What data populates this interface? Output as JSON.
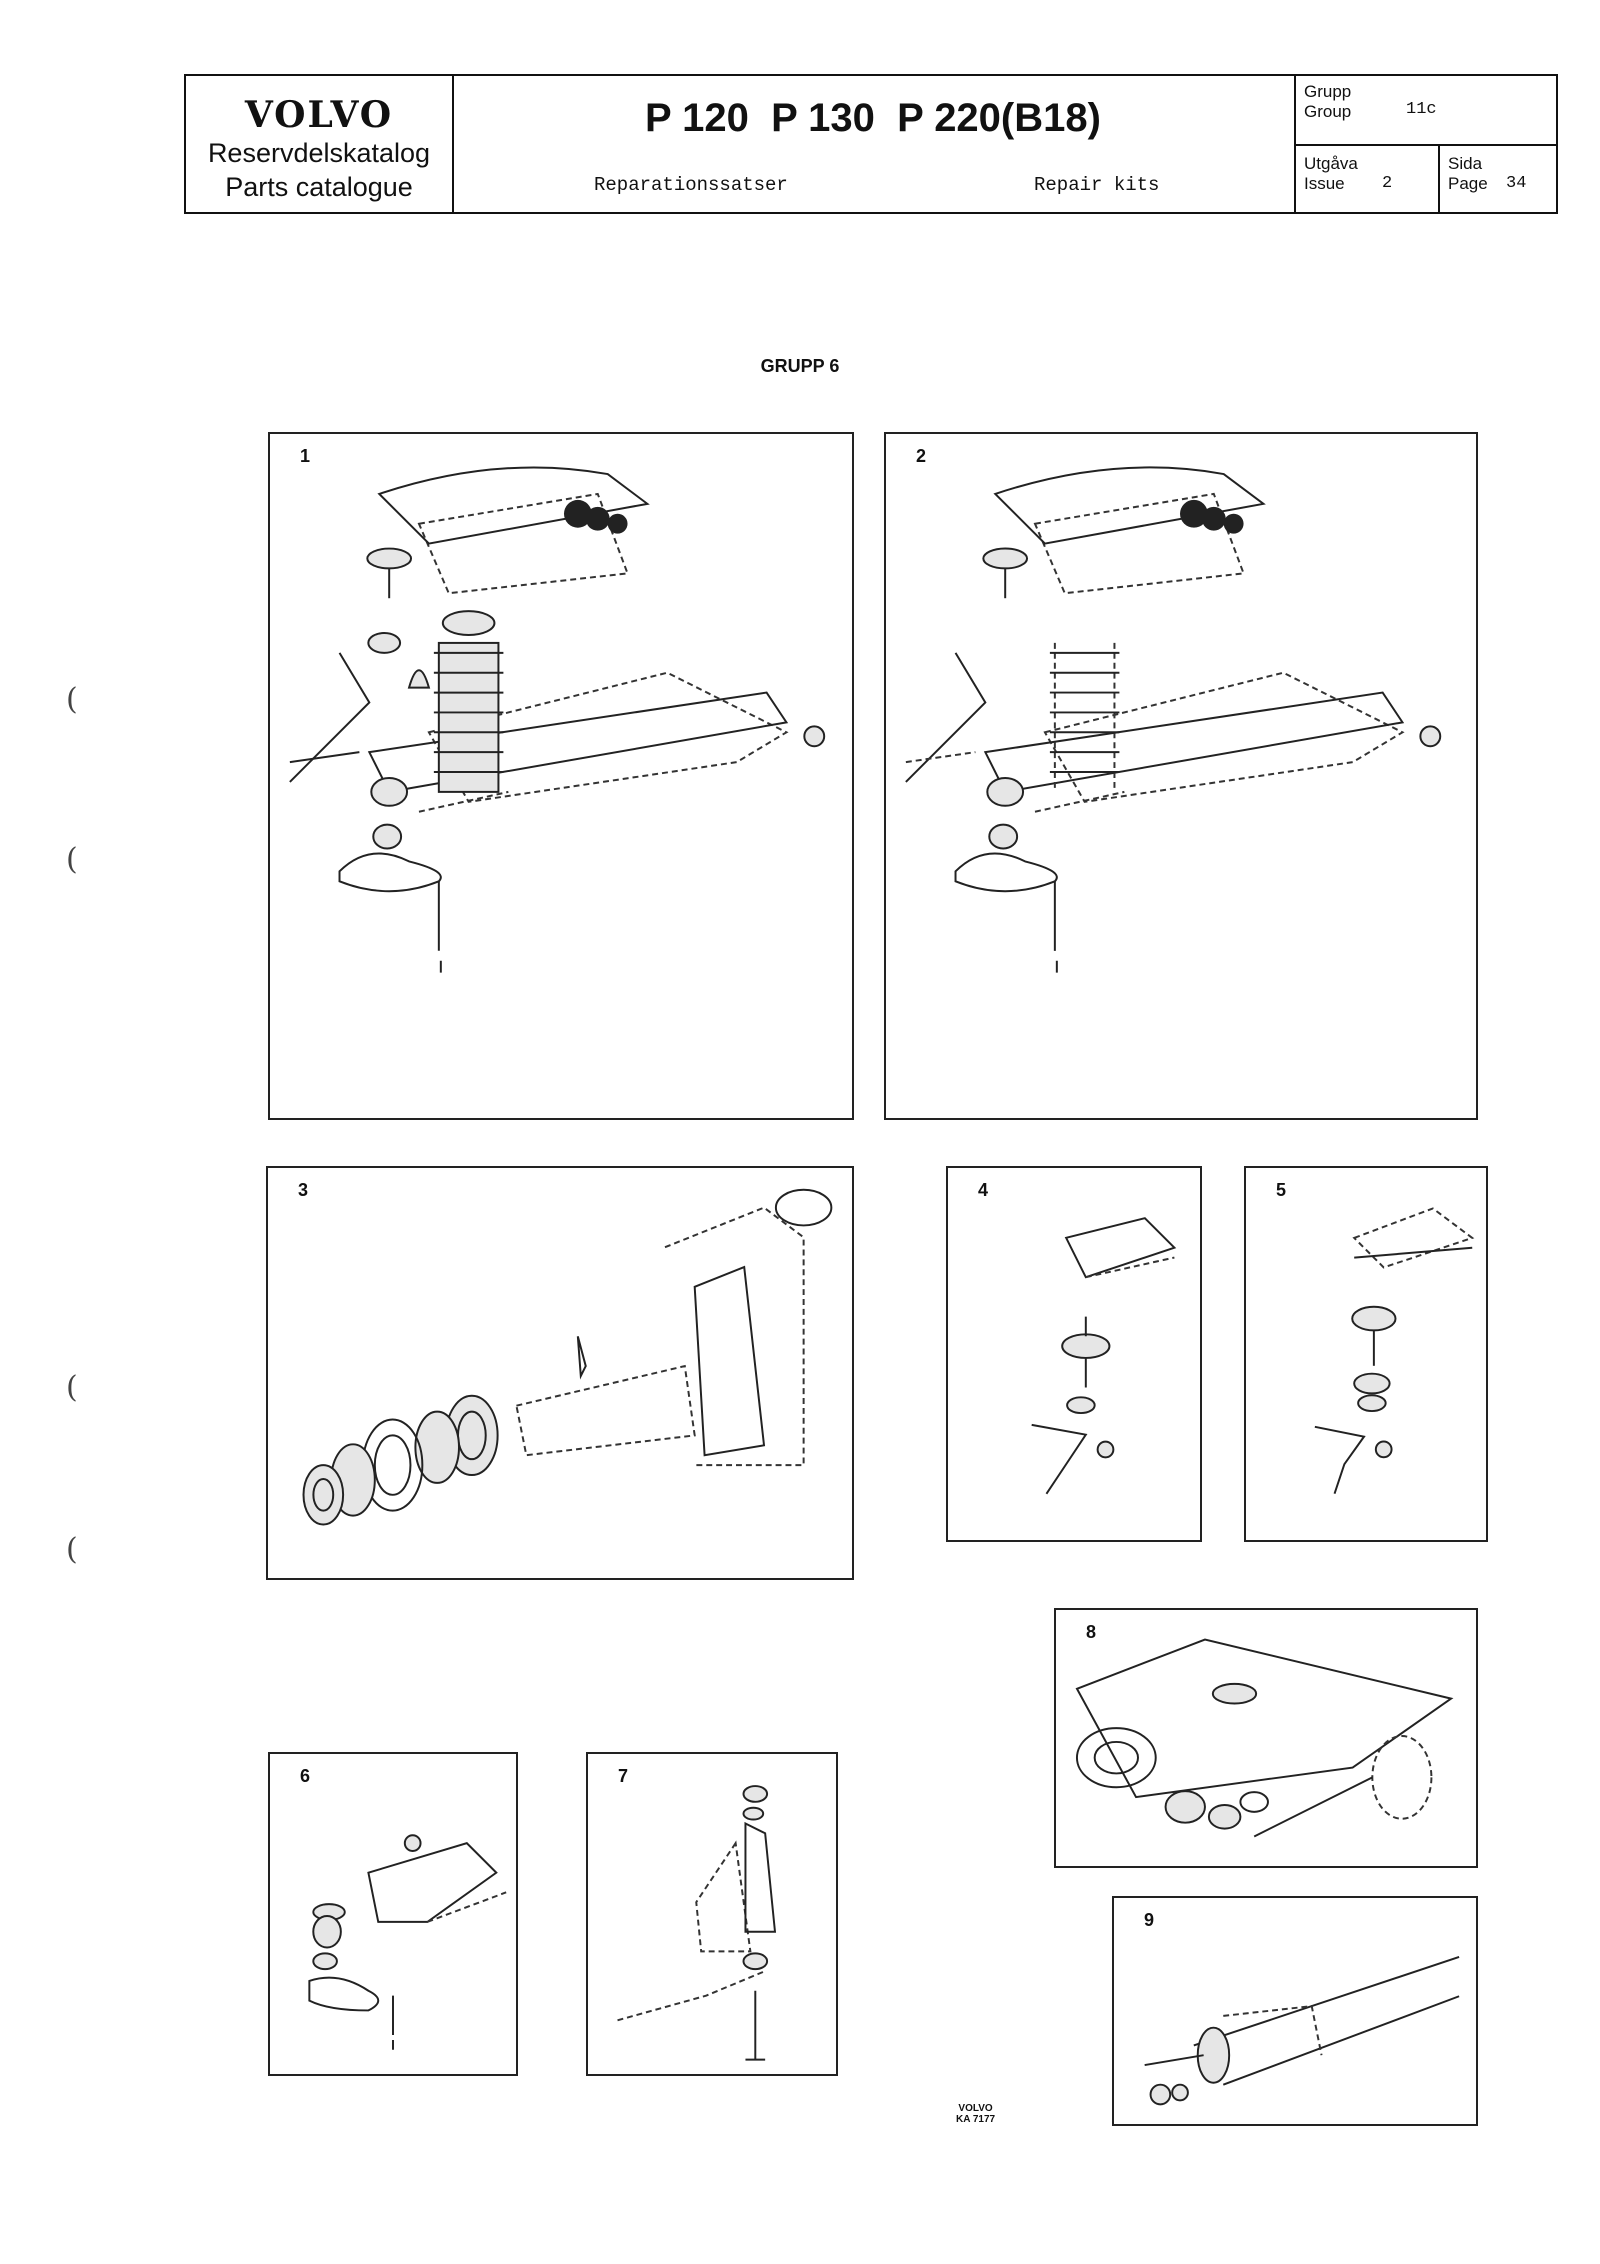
{
  "header": {
    "brand": "VOLVO",
    "catalog_sv": "Reservdelskatalog",
    "catalog_en": "Parts catalogue",
    "models": "P 120  P 130  P 220(B18)",
    "subtitle_sv": "Reparationssatser",
    "subtitle_en": "Repair kits",
    "group_label_sv": "Grupp",
    "group_label_en": "Group",
    "group_value": "11c",
    "issue_label_sv": "Utgåva",
    "issue_label_en": "Issue",
    "issue_value": "2",
    "page_label_sv": "Sida",
    "page_label_en": "Page",
    "page_value": "34"
  },
  "section": {
    "heading": "GRUPP 6"
  },
  "panels": [
    {
      "number": "1"
    },
    {
      "number": "2"
    },
    {
      "number": "3"
    },
    {
      "number": "4"
    },
    {
      "number": "5"
    },
    {
      "number": "6"
    },
    {
      "number": "7"
    },
    {
      "number": "8"
    },
    {
      "number": "9"
    }
  ],
  "stamp": {
    "brand": "VOLVO",
    "code": "KA 7177"
  }
}
